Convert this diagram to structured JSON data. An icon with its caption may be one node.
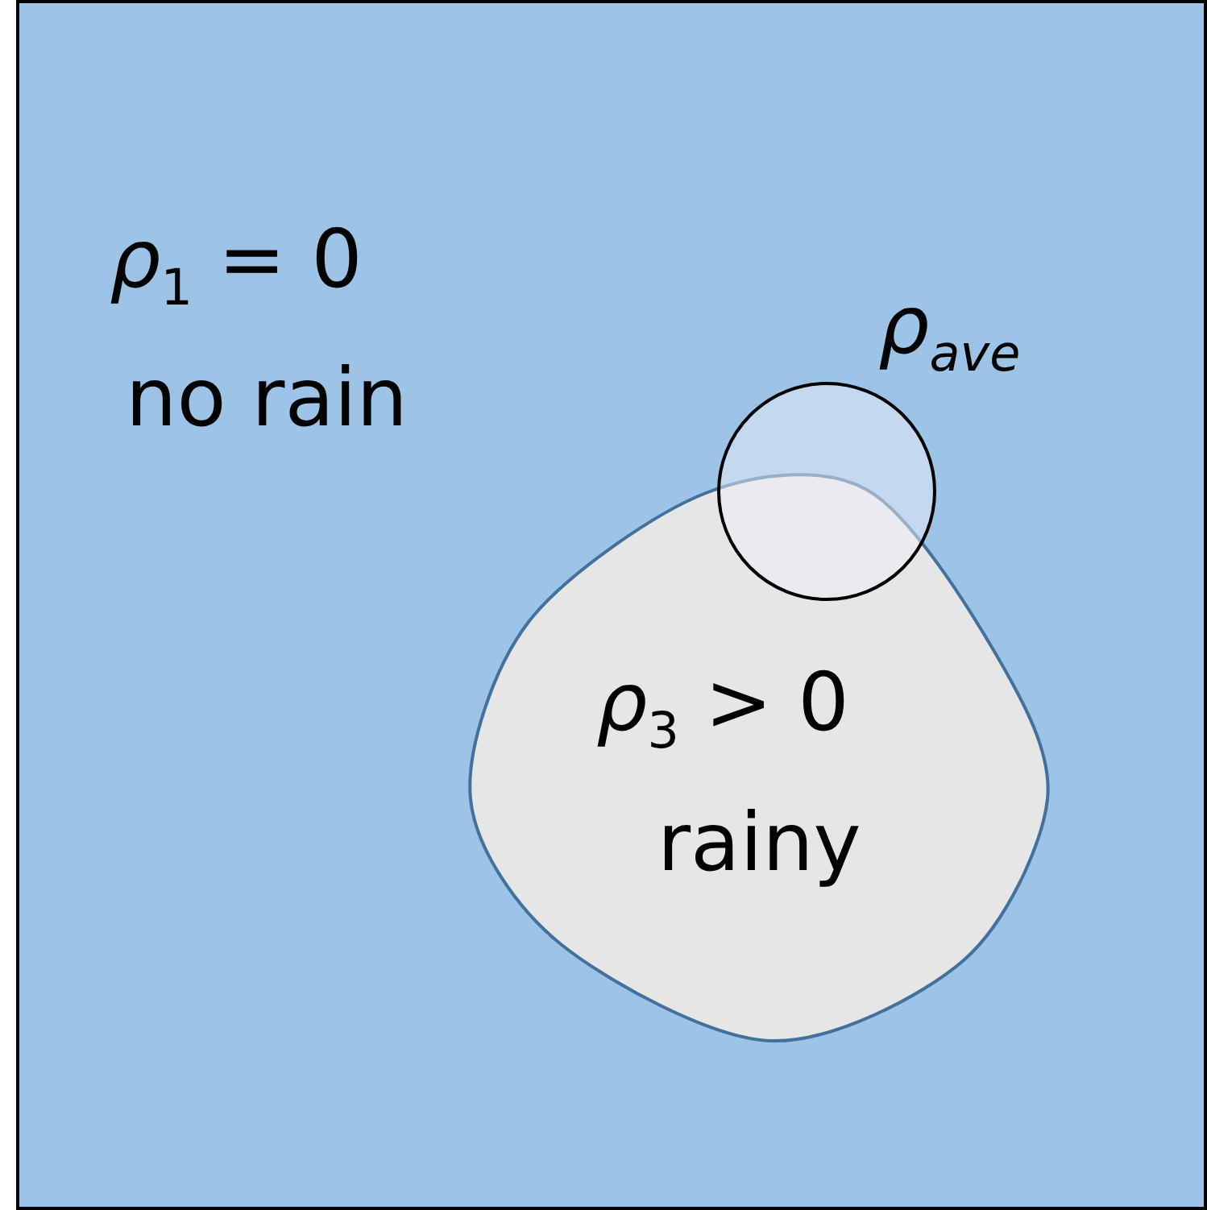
{
  "diagram": {
    "nodes": [
      {
        "text": [
          "*ρ*$_{1}$ = 0",
          "no rain"
        ]
      },
      {
        "text": [
          "*ρ*$_{ave}$"
        ],
        "in": 0
      },
      {
        "text": [
          "*ρ*$_{3}$ > 0",
          "rainy"
        ],
        "in": 0
      }
    ]
  }
}
